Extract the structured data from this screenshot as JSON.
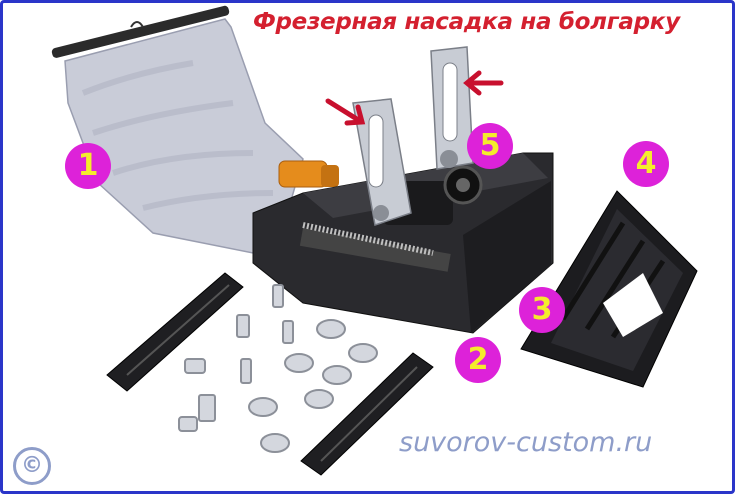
{
  "caption": "Фрезерная насадка на болгарку",
  "watermark": "suvorov-custom.ru",
  "copyright_symbol": "©",
  "markers": [
    "1",
    "2",
    "3",
    "4",
    "5"
  ],
  "colors": {
    "border": "#2a35c9",
    "title": "#d4202f",
    "marker_fill": "#dd22d9",
    "marker_text": "#f4ec2c",
    "watermark": "#8e9dc9",
    "arrow": "#c8102e"
  }
}
